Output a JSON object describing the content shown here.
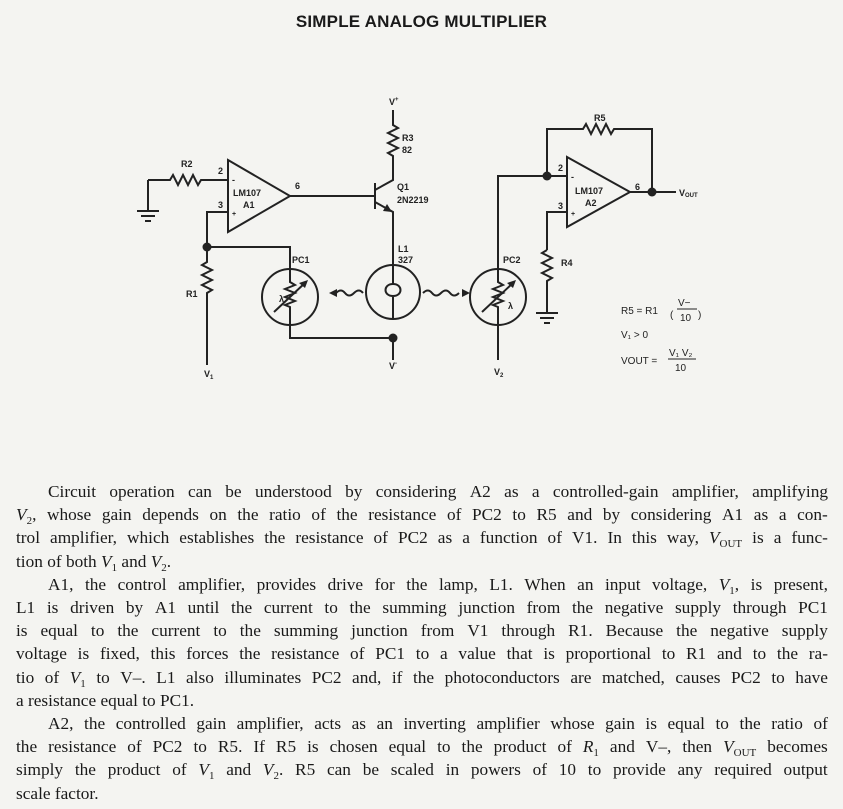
{
  "title": "SIMPLE ANALOG MULTIPLIER",
  "diagram": {
    "labels": {
      "vplus": "V",
      "vplus_sup": "+",
      "r3": "R3",
      "r3_val": "82",
      "r2": "R2",
      "r1": "R1",
      "a1_pin2": "2",
      "a1_pin3": "3",
      "a1_pin6": "6",
      "a1_model": "LM107",
      "a1_name": "A1",
      "minus": "-",
      "plus": "+",
      "q1": "Q1",
      "q1_model": "2N2219",
      "l1": "L1",
      "l1_val": "327",
      "pc1": "PC1",
      "pc2": "PC2",
      "lambda": "λ",
      "v1": "V",
      "v1_sub": "1",
      "vminus": "V",
      "vminus_sup": "-",
      "v2": "V",
      "v2_sub": "2",
      "r5": "R5",
      "r4": "R4",
      "a2_pin2": "2",
      "a2_pin3": "3",
      "a2_pin6": "6",
      "a2_model": "LM107",
      "a2_name": "A2",
      "vout": "V",
      "vout_sub": "OUT"
    },
    "equations": {
      "eq1_lhs": "R5 = R1",
      "eq1_num": "V−",
      "eq1_den": "10",
      "eq2": "V₁ > 0",
      "eq3_lhs": "VOUT =",
      "eq3_num": "V₁ V₂",
      "eq3_den": "10"
    }
  },
  "paragraphs": [
    [
      [
        [
          "Circuit operation can be understood by considering A2 as a controlled-gain amplifier, amplifying"
        ]
      ],
      [
        {
          "v": "V",
          "s": "2"
        },
        [
          ", whose gain depends on the ratio of the resistance of PC2 to R5 and by considering A1 as a con-"
        ]
      ],
      [
        [
          "trol amplifier, which establishes the resistance of PC2 as a function of V1. In this way, "
        ],
        {
          "v": "V",
          "s": "OUT"
        },
        [
          " is a func-"
        ]
      ],
      [
        [
          "tion of both "
        ],
        {
          "v": "V",
          "s": "1"
        },
        [
          " and "
        ],
        {
          "v": "V",
          "s": "2"
        },
        [
          "."
        ]
      ]
    ],
    [
      [
        [
          "A1, the control amplifier, provides drive for the lamp, L1. When an input voltage, "
        ],
        {
          "v": "V",
          "s": "1"
        },
        [
          ", is present,"
        ]
      ],
      [
        [
          "L1 is driven by A1 until the current to the summing junction from the negative supply through PC1"
        ]
      ],
      [
        [
          "is equal to the current to the summing junction from V1 through R1. Because the negative supply"
        ]
      ],
      [
        [
          "voltage is fixed, this forces the resistance of PC1 to a value that is proportional to R1 and to the ra-"
        ]
      ],
      [
        [
          "tio of "
        ],
        {
          "v": "V",
          "s": "1"
        },
        [
          " to V–. L1 also illuminates PC2 and, if the photoconductors are matched, causes PC2 to have"
        ]
      ],
      [
        [
          "a resistance equal to PC1."
        ]
      ]
    ],
    [
      [
        [
          "A2, the controlled gain amplifier, acts as an inverting amplifier whose gain is equal to the ratio of"
        ]
      ],
      [
        [
          "the resistance of PC2 to R5. If R5 is chosen equal to the product of "
        ],
        {
          "v": "R",
          "s": "1"
        },
        [
          " and V–, then "
        ],
        {
          "v": "V",
          "s": "OUT"
        },
        [
          " becomes"
        ]
      ],
      [
        [
          "simply the product of "
        ],
        {
          "v": "V",
          "s": "1"
        },
        [
          " and "
        ],
        {
          "v": "V",
          "s": "2"
        },
        [
          ". R5 can be scaled in powers of 10 to provide any required output"
        ]
      ],
      [
        [
          "scale factor."
        ]
      ]
    ]
  ]
}
